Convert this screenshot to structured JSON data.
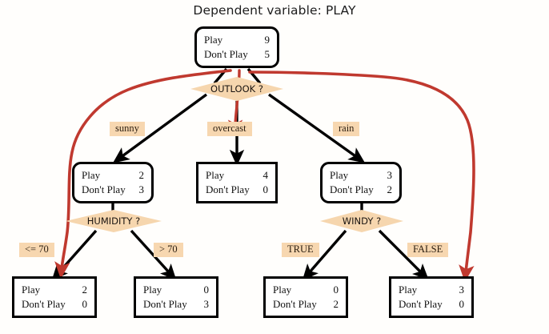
{
  "title": "Dependent variable: PLAY",
  "colors": {
    "label_bg": "#f7d7b0",
    "diamond_bg": "#f6d6ae",
    "edge": "#000000",
    "annotation": "#c0392f",
    "node_border": "#000000",
    "background": "#fffefc"
  },
  "row_labels": {
    "play": "Play",
    "dont_play": "Don't Play"
  },
  "chart_data": {
    "type": "diagram",
    "title": "Dependent variable: PLAY",
    "nodes": [
      {
        "id": "root",
        "kind": "rounded",
        "play": "9",
        "dont_play": "5"
      },
      {
        "id": "sunny",
        "kind": "rounded",
        "play": "2",
        "dont_play": "3"
      },
      {
        "id": "overcast",
        "kind": "leaf",
        "play": "4",
        "dont_play": "0"
      },
      {
        "id": "rain",
        "kind": "rounded",
        "play": "3",
        "dont_play": "2"
      },
      {
        "id": "hum_le70",
        "kind": "leaf",
        "play": "2",
        "dont_play": "0"
      },
      {
        "id": "hum_gt70",
        "kind": "leaf",
        "play": "0",
        "dont_play": "3"
      },
      {
        "id": "windy_true",
        "kind": "leaf",
        "play": "0",
        "dont_play": "2"
      },
      {
        "id": "windy_false",
        "kind": "leaf",
        "play": "3",
        "dont_play": "0"
      }
    ],
    "decisions": [
      {
        "id": "outlook",
        "text": "OUTLOOK ?"
      },
      {
        "id": "humidity",
        "text": "HUMIDITY ?"
      },
      {
        "id": "windy",
        "text": "WINDY ?"
      }
    ],
    "branches": [
      {
        "id": "sunny",
        "label": "sunny",
        "from": "outlook",
        "to": "sunny"
      },
      {
        "id": "overcast",
        "label": "overcast",
        "from": "outlook",
        "to": "overcast"
      },
      {
        "id": "rain",
        "label": "rain",
        "from": "outlook",
        "to": "rain"
      },
      {
        "id": "le70",
        "label": "<= 70",
        "from": "humidity",
        "to": "hum_le70"
      },
      {
        "id": "gt70",
        "label": "> 70",
        "from": "humidity",
        "to": "hum_gt70"
      },
      {
        "id": "true",
        "label": "TRUE",
        "from": "windy",
        "to": "windy_true"
      },
      {
        "id": "false",
        "label": "FALSE",
        "from": "windy",
        "to": "windy_false"
      }
    ],
    "annotations": {
      "color": "#c0392f",
      "paths": [
        "root to left leaf (Play 2 / Don't Play 0)",
        "root through OUTLOOK to overcast",
        "root to right leaf (Play 3 / Don't Play 0)"
      ]
    }
  },
  "nodes": {
    "root": {
      "play": "9",
      "dont_play": "5"
    },
    "sunny": {
      "play": "2",
      "dont_play": "3"
    },
    "overcast": {
      "play": "4",
      "dont_play": "0"
    },
    "rain": {
      "play": "3",
      "dont_play": "2"
    },
    "hum_le70": {
      "play": "2",
      "dont_play": "0"
    },
    "hum_gt70": {
      "play": "0",
      "dont_play": "3"
    },
    "windy_true": {
      "play": "0",
      "dont_play": "2"
    },
    "windy_false": {
      "play": "3",
      "dont_play": "0"
    }
  },
  "decisions": {
    "outlook": "OUTLOOK ?",
    "humidity": "HUMIDITY ?",
    "windy": "WINDY ?"
  },
  "branch_labels": {
    "sunny": "sunny",
    "overcast": "overcast",
    "rain": "rain",
    "le70": "<= 70",
    "gt70": "> 70",
    "true": "TRUE",
    "false": "FALSE"
  }
}
